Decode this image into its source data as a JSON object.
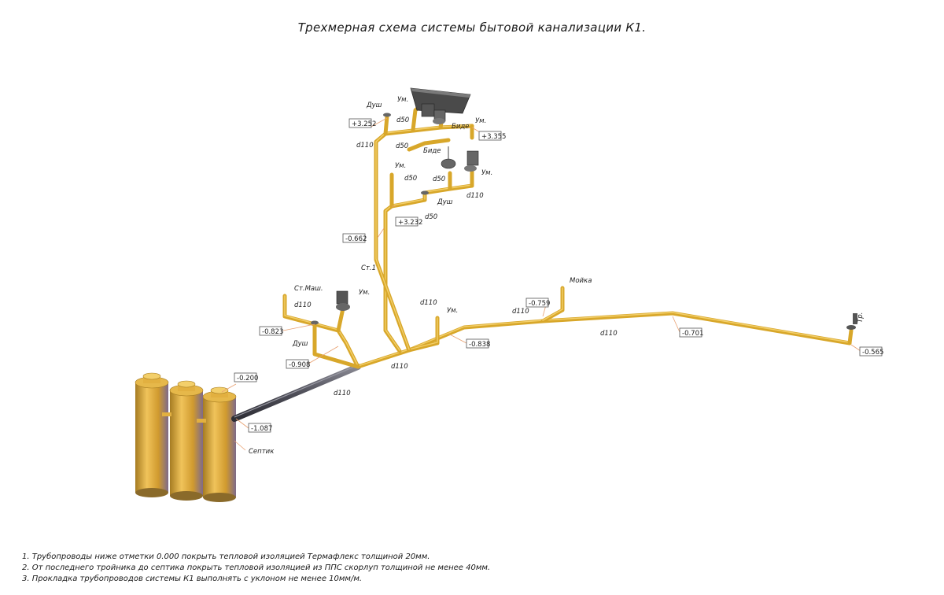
{
  "title": "Трехмерная схема системы бытовой канализации К1.",
  "labels": {
    "dush_top": "Душ",
    "um_top": "Ум.",
    "d50_a": "d50",
    "bide_top": "Биде",
    "um_top2": "Ум.",
    "d110_riser": "d110",
    "d50_b": "d50",
    "bide_mid": "Биде",
    "um_mid": "Ум.",
    "d50_c": "d50",
    "um_mid2": "Ум.",
    "d50_d": "d50",
    "d110_mid": "d110",
    "dush_mid": "Душ",
    "d50_e": "d50",
    "st1": "Ст.1",
    "st_mash": "Ст.Маш.",
    "d110_left": "d110",
    "um_left": "Ум.",
    "dush_left": "Душ",
    "d110_st": "d110",
    "um_center": "Ум.",
    "d110_center": "d110",
    "d110_low": "d110",
    "d110_kitchen": "d110",
    "moika": "Мойка",
    "d110_right": "d110",
    "trap_right": "Тр.",
    "septik": "Септик"
  },
  "elevations": {
    "e_3252": "+3.252",
    "e_3355": "+3.355",
    "e_3232": "+3.232",
    "e_0662": "-0.662",
    "e_0823": "-0.823",
    "e_0908": "-0.908",
    "e_0838": "-0.838",
    "e_0759": "-0.759",
    "e_0701": "-0.701",
    "e_0565": "-0.565",
    "e_0200": "-0.200",
    "e_1087": "-1.087"
  },
  "notes": [
    "1. Трубопроводы ниже отметки 0.000 покрыть тепловой изоляцией Термафлекс толщиной 20мм.",
    "2. От последнего тройника до септика покрыть тепловой изоляцией из ППС скорлуп толщиной не менее 40мм.",
    "3. Прокладка трубопроводов системы К1 выполнять с уклоном не менее 10мм/м."
  ],
  "colors": {
    "pipe": "#d8a72a",
    "pipe_highlight": "#f3cf6a",
    "insulated_pipe": "#55555f",
    "tank": "#d4a43a",
    "fixture": "#555555",
    "leader": "#e8a070"
  }
}
